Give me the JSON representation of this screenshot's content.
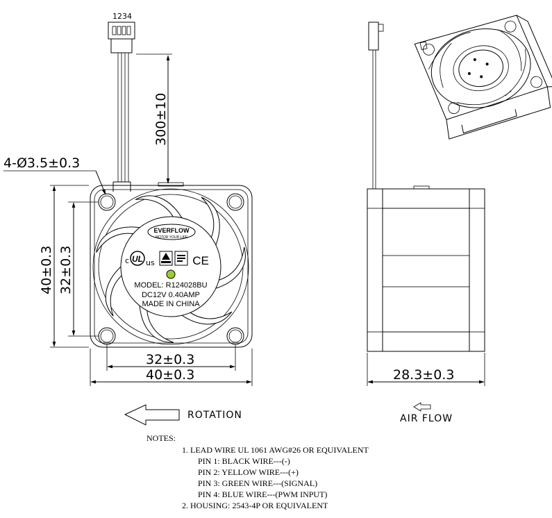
{
  "connector": {
    "pins_label": "1234"
  },
  "dimensions": {
    "cable_length": "300±10",
    "hole": "4-Ø3.5±0.3",
    "height_outer": "40±0.3",
    "height_pitch": "32±0.3",
    "width_pitch": "32±0.3",
    "width_outer": "40±0.3",
    "depth": "28.3±0.3"
  },
  "label": {
    "brand": "EVERFLOW",
    "slogan": "MOTOR YOUR LIFE",
    "cert_c": "c",
    "cert_us": "us",
    "cert_ce": "CE",
    "model": "MODEL:  R124028BU",
    "rating": "DC12V   0.40AMP",
    "origin": "MADE IN CHINA"
  },
  "legend": {
    "rotation": "ROTATION",
    "airflow": "AIR FLOW"
  },
  "notes": {
    "title": "NOTES:",
    "line1": "1. LEAD WIRE UL 1061 AWG#26 OR EQUIVALENT",
    "pin1": "PIN 1: BLACK WIRE---(-)",
    "pin2": "PIN 2: YELLOW   WIRE---(+)",
    "pin3": "PIN 3: GREEN WIRE---(SIGNAL)",
    "pin4": "PIN 4: BLUE  WIRE---(PWM INPUT)",
    "line2": "2. HOUSING: 2543-4P OR EQUIVALENT"
  },
  "colors": {
    "line": "#000000",
    "led": "#9acd32",
    "background": "#ffffff"
  }
}
